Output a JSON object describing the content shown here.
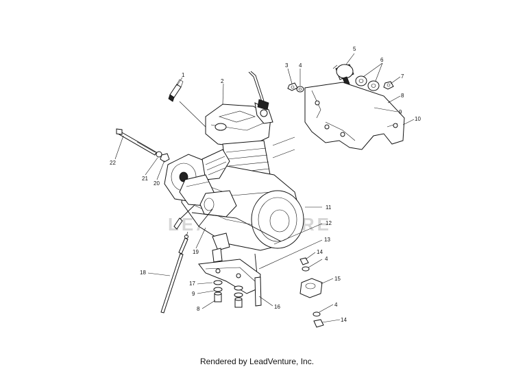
{
  "watermark": "LEADVENTURE",
  "footer": "Rendered by LeadVenture, Inc.",
  "labels": [
    "1",
    "2",
    "3",
    "4",
    "5",
    "6",
    "7",
    "8",
    "9",
    "10",
    "11",
    "12",
    "13",
    "14",
    "4",
    "15",
    "4",
    "14",
    "16",
    "17",
    "9",
    "8",
    "18",
    "19",
    "20",
    "21",
    "22"
  ]
}
